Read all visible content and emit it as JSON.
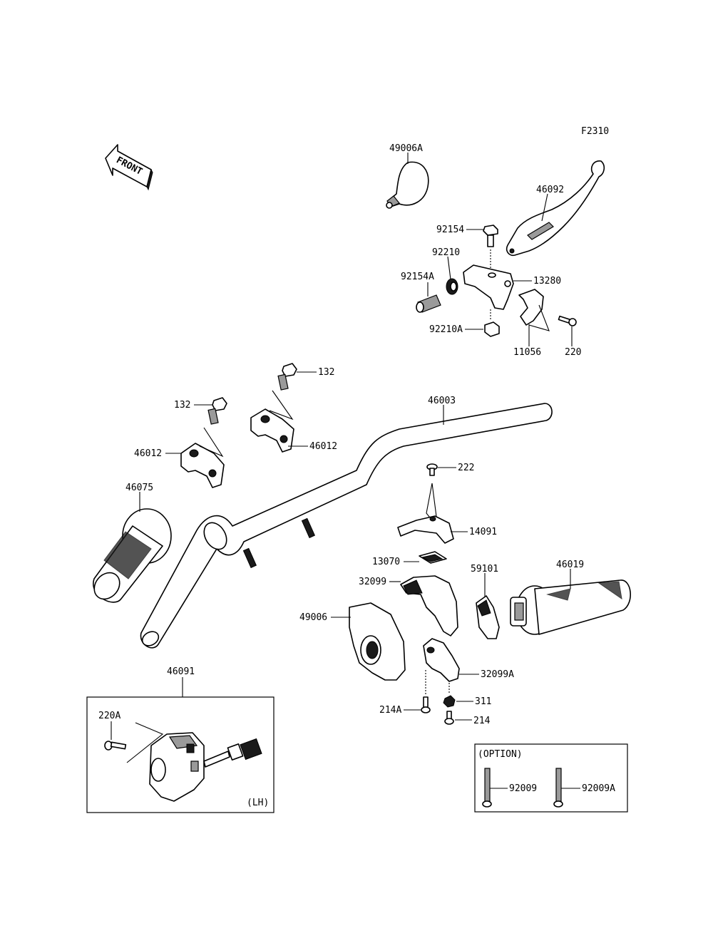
{
  "figure_code": "F2310",
  "front_label": "FRONT",
  "labels": {
    "p49006A": "49006A",
    "p46092": "46092",
    "p92154": "92154",
    "p92210": "92210",
    "p92154A": "92154A",
    "p13280": "13280",
    "p92210A": "92210A",
    "p11056": "11056",
    "p220": "220",
    "p132a": "132",
    "p132b": "132",
    "p46003": "46003",
    "p46012a": "46012",
    "p46012b": "46012",
    "p222": "222",
    "p46075": "46075",
    "p14091": "14091",
    "p13070": "13070",
    "p59101": "59101",
    "p46019": "46019",
    "p32099": "32099",
    "p49006": "49006",
    "p32099A": "32099A",
    "p46091": "46091",
    "p311": "311",
    "p214A": "214A",
    "p214": "214",
    "p220A": "220A",
    "lh": "(LH)",
    "option": "(OPTION)",
    "p92009": "92009",
    "p92009A": "92009A"
  }
}
